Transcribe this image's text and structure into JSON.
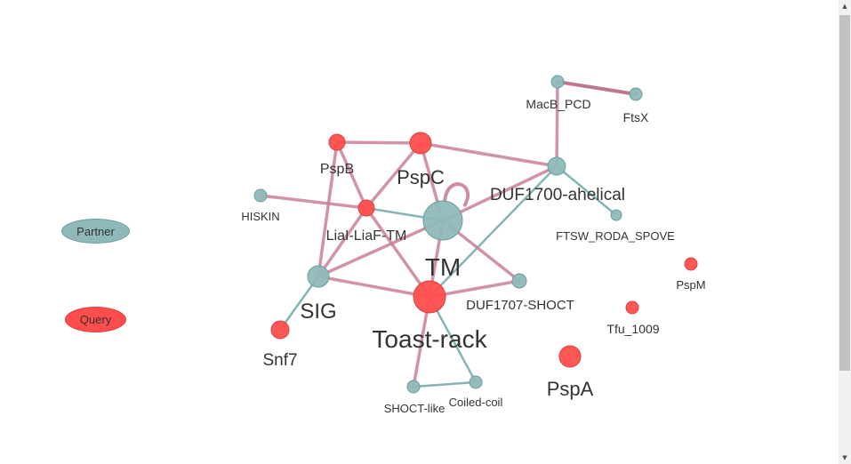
{
  "colors": {
    "partner": "#8fb9b9",
    "partner_stroke": "#6b9c9c",
    "query": "#ff4d4d",
    "query_stroke": "#d94040",
    "edge_pink": "#c9809b",
    "edge_teal": "#6fa8a8",
    "edge_dark": "#b0607e"
  },
  "legend": {
    "partner_label": "Partner",
    "query_label": "Query"
  },
  "nodes": [
    {
      "id": "TM",
      "label": "TM",
      "type": "partner"
    },
    {
      "id": "Toast-rack",
      "label": "Toast-rack",
      "type": "query"
    },
    {
      "id": "SIG",
      "label": "SIG",
      "type": "partner"
    },
    {
      "id": "PspC",
      "label": "PspC",
      "type": "query"
    },
    {
      "id": "DUF1700-ahelical",
      "label": "DUF1700-ahelical",
      "type": "partner"
    },
    {
      "id": "PspA",
      "label": "PspA",
      "type": "query"
    },
    {
      "id": "Snf7",
      "label": "Snf7",
      "type": "query"
    },
    {
      "id": "LiaI-LiaF-TM",
      "label": "LiaI-LiaF-TM",
      "type": "query"
    },
    {
      "id": "PspB",
      "label": "PspB",
      "type": "query"
    },
    {
      "id": "DUF1707-SHOCT",
      "label": "DUF1707-SHOCT",
      "type": "partner"
    },
    {
      "id": "MacB_PCD",
      "label": "MacB_PCD",
      "type": "partner"
    },
    {
      "id": "FtsX",
      "label": "FtsX",
      "type": "partner"
    },
    {
      "id": "Tfu_1009",
      "label": "Tfu_1009",
      "type": "query"
    },
    {
      "id": "FTSW_RODA_SPOVE",
      "label": "FTSW_RODA_SPOVE",
      "type": "partner"
    },
    {
      "id": "PspM",
      "label": "PspM",
      "type": "query"
    },
    {
      "id": "HISKIN",
      "label": "HISKIN",
      "type": "partner"
    },
    {
      "id": "SHOCT-like",
      "label": "SHOCT-like",
      "type": "partner"
    },
    {
      "id": "Coiled-coil",
      "label": "Coiled-coil",
      "type": "partner"
    }
  ],
  "edges": [
    {
      "source": "MacB_PCD",
      "target": "FtsX",
      "color": "dark"
    },
    {
      "source": "MacB_PCD",
      "target": "DUF1700-ahelical",
      "color": "pink"
    },
    {
      "source": "PspB",
      "target": "PspC",
      "color": "pink"
    },
    {
      "source": "PspB",
      "target": "LiaI-LiaF-TM",
      "color": "pink"
    },
    {
      "source": "PspC",
      "target": "DUF1700-ahelical",
      "color": "pink"
    },
    {
      "source": "PspC",
      "target": "LiaI-LiaF-TM",
      "color": "pink"
    },
    {
      "source": "PspC",
      "target": "TM",
      "color": "pink"
    },
    {
      "source": "HISKIN",
      "target": "LiaI-LiaF-TM",
      "color": "pink"
    },
    {
      "source": "LiaI-LiaF-TM",
      "target": "TM",
      "color": "teal"
    },
    {
      "source": "LiaI-LiaF-TM",
      "target": "SIG",
      "color": "pink"
    },
    {
      "source": "LiaI-LiaF-TM",
      "target": "Toast-rack",
      "color": "pink"
    },
    {
      "source": "DUF1700-ahelical",
      "target": "TM",
      "color": "pink"
    },
    {
      "source": "DUF1700-ahelical",
      "target": "FTSW_RODA_SPOVE",
      "color": "teal"
    },
    {
      "source": "DUF1700-ahelical",
      "target": "Toast-rack",
      "color": "teal"
    },
    {
      "source": "TM",
      "target": "SIG",
      "color": "pink"
    },
    {
      "source": "TM",
      "target": "Toast-rack",
      "color": "pink"
    },
    {
      "source": "TM",
      "target": "DUF1707-SHOCT",
      "color": "pink"
    },
    {
      "source": "PspB",
      "target": "SIG",
      "color": "pink"
    },
    {
      "source": "SIG",
      "target": "Toast-rack",
      "color": "pink"
    },
    {
      "source": "SIG",
      "target": "Snf7",
      "color": "teal"
    },
    {
      "source": "Toast-rack",
      "target": "DUF1707-SHOCT",
      "color": "pink"
    },
    {
      "source": "Toast-rack",
      "target": "Coiled-coil",
      "color": "teal"
    },
    {
      "source": "Toast-rack",
      "target": "SHOCT-like",
      "color": "pink"
    },
    {
      "source": "SHOCT-like",
      "target": "Coiled-coil",
      "color": "teal"
    }
  ]
}
